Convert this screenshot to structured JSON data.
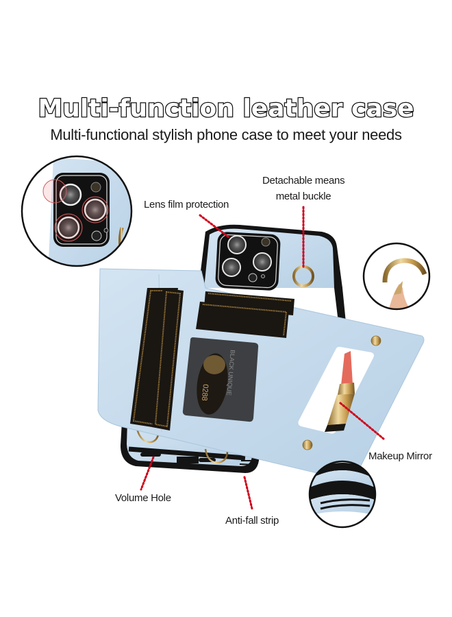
{
  "header": {
    "title": "Multi-function leather case",
    "subtitle": "Multi-functional stylish phone case to meet your needs"
  },
  "callouts": {
    "lens": "Lens film protection",
    "buckle_line1": "Detachable means",
    "buckle_line2": "metal buckle",
    "mirror": "Makeup Mirror",
    "volume": "Volume Hole",
    "antifall": "Anti-fall strip"
  },
  "card": {
    "text_vertical": "BLACK UNIQUE",
    "number": "0288"
  },
  "colors": {
    "leather": "#c5dbec",
    "leather_dark": "#a9c5dc",
    "phone_black": "#141414",
    "gold": "#c9a66b",
    "leader_red": "#d0021b",
    "lipstick": "#e46a5c"
  }
}
